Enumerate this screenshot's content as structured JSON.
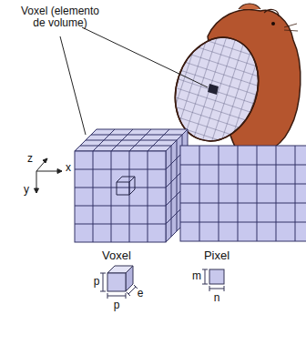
{
  "diagram": {
    "labels": [
      "Voxel (elemento de volume)",
      "z",
      "x",
      "y",
      "Voxel",
      "Pixel",
      "p",
      "p",
      "e",
      "m",
      "n"
    ]
  }
}
